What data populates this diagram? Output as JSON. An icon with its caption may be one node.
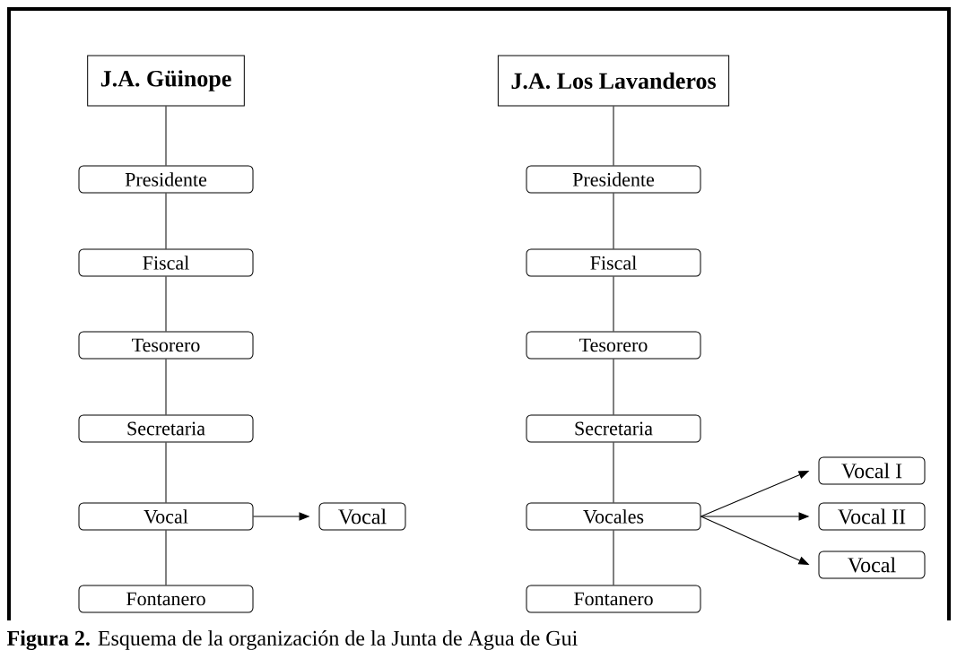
{
  "diagram": {
    "caption": "**Figura 2.** Esquema de la organización de la Junta de Agua de Gui",
    "nodes": [
      {
        "text": [
          "J.A. Güinope"
        ]
      },
      {
        "text": [
          "Presidente"
        ]
      },
      {
        "text": [
          "Fiscal"
        ]
      },
      {
        "text": [
          "Tesorero"
        ]
      },
      {
        "text": [
          "Secretaria"
        ]
      },
      {
        "text": [
          "Vocal"
        ]
      },
      {
        "text": [
          "Vocal"
        ]
      },
      {
        "text": [
          "Fontanero"
        ]
      },
      {
        "text": [
          "J.A. Los Lavanderos"
        ]
      },
      {
        "text": [
          "Presidente"
        ]
      },
      {
        "text": [
          "Fiscal"
        ]
      },
      {
        "text": [
          "Tesorero"
        ]
      },
      {
        "text": [
          "Secretaria"
        ]
      },
      {
        "text": [
          "Vocales"
        ]
      },
      {
        "text": [
          "Vocal I"
        ]
      },
      {
        "text": [
          "Vocal II"
        ]
      },
      {
        "text": [
          "Vocal"
        ]
      },
      {
        "text": [
          "Fontanero"
        ]
      }
    ],
    "edges": [
      {
        "from": 0,
        "to": 1,
        "arrow": "none"
      },
      {
        "from": 1,
        "to": 2,
        "arrow": "none"
      },
      {
        "from": 2,
        "to": 3,
        "arrow": "none"
      },
      {
        "from": 3,
        "to": 4,
        "arrow": "none"
      },
      {
        "from": 4,
        "to": 5,
        "arrow": "none"
      },
      {
        "from": 5,
        "to": 7,
        "arrow": "none"
      },
      {
        "from": 5,
        "to": 6,
        "arrow": "to"
      },
      {
        "from": 8,
        "to": 9,
        "arrow": "none"
      },
      {
        "from": 9,
        "to": 10,
        "arrow": "none"
      },
      {
        "from": 10,
        "to": 11,
        "arrow": "none"
      },
      {
        "from": 11,
        "to": 12,
        "arrow": "none"
      },
      {
        "from": 12,
        "to": 13,
        "arrow": "none"
      },
      {
        "from": 13,
        "to": 17,
        "arrow": "none"
      },
      {
        "from": 13,
        "to": 14,
        "arrow": "to"
      },
      {
        "from": 13,
        "to": 15,
        "arrow": "to"
      },
      {
        "from": 13,
        "to": 16,
        "arrow": "to"
      }
    ]
  }
}
